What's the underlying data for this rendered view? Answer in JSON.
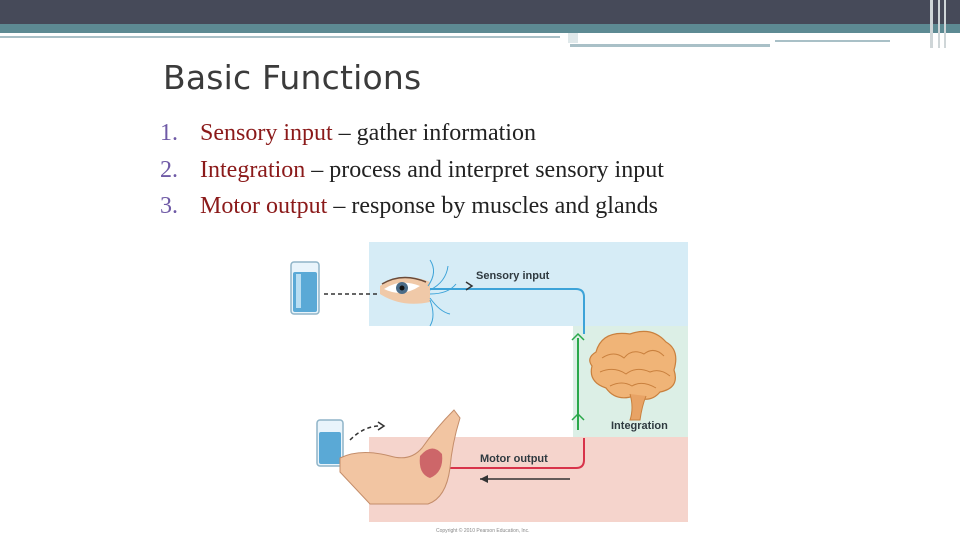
{
  "slide": {
    "title": "Basic Functions",
    "bullets": [
      {
        "number": "1.",
        "term": "Sensory input",
        "desc": " – gather information"
      },
      {
        "number": "2.",
        "term": "Integration",
        "desc": " – process and interpret sensory input"
      },
      {
        "number": "3.",
        "term": "Motor output",
        "desc": " – response by muscles and glands"
      }
    ]
  },
  "figure": {
    "sensory_label": "Sensory input",
    "integration_label": "Integration",
    "motor_label": "Motor output",
    "copyright": "Copyright © 2010 Pearson Education, Inc."
  },
  "colors": {
    "sensory_panel": "#d6ecf6",
    "integration_panel": "#dcefe6",
    "motor_panel": "#f5d4cc",
    "sensory_path": "#3da3d8",
    "integration_path": "#2aa84a",
    "motor_path": "#d8334a",
    "term": "#8b1a1a",
    "numbering": "#6f5aa6"
  }
}
